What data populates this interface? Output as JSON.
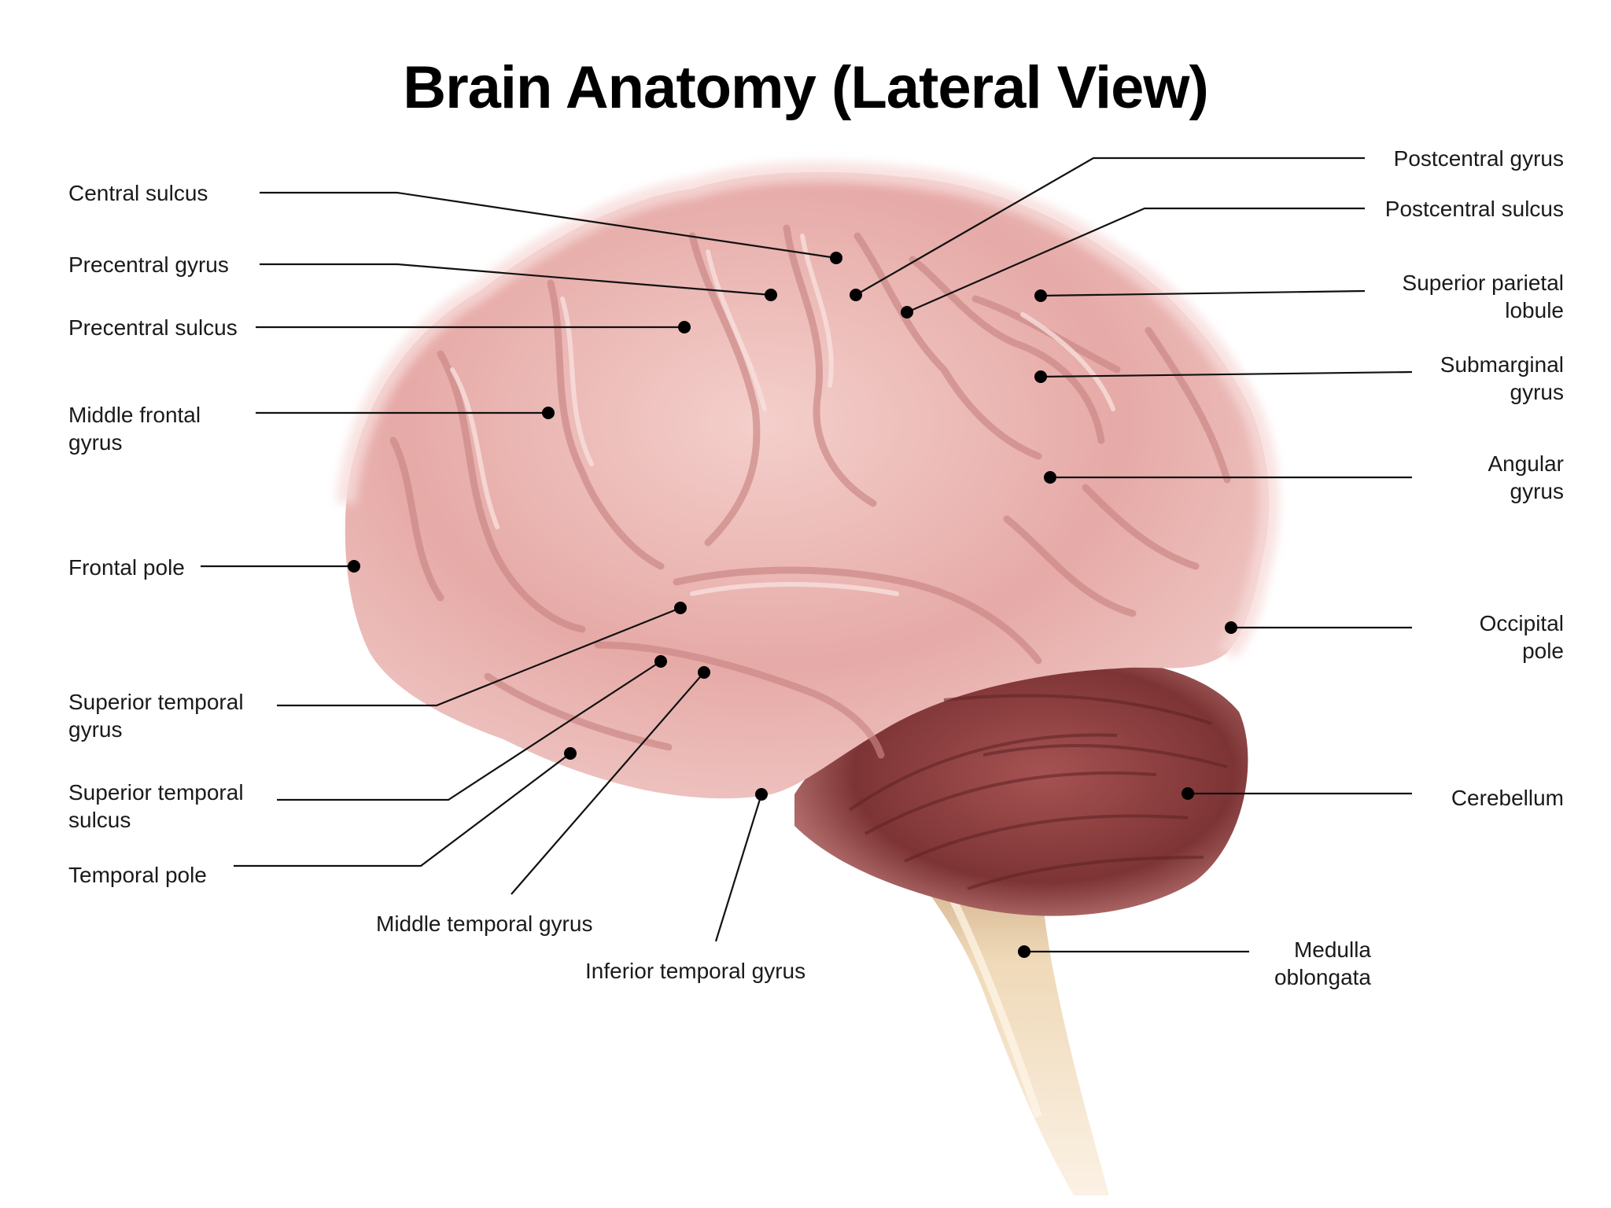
{
  "title": "Brain Anatomy (Lateral View)",
  "labels": {
    "central_sulcus": [
      "Central sulcus"
    ],
    "precentral_gyrus": [
      "Precentral gyrus"
    ],
    "precentral_sulcus": [
      "Precentral sulcus"
    ],
    "middle_frontal_gyrus": [
      "Middle frontal",
      "gyrus"
    ],
    "frontal_pole": [
      "Frontal pole"
    ],
    "superior_temporal_gyrus": [
      "Superior temporal",
      "gyrus"
    ],
    "superior_temporal_sulcus": [
      "Superior temporal",
      "sulcus"
    ],
    "temporal_pole": [
      "Temporal pole"
    ],
    "middle_temporal_gyrus": [
      "Middle temporal gyrus"
    ],
    "inferior_temporal_gyrus": [
      "Inferior temporal gyrus"
    ],
    "postcentral_gyrus": [
      "Postcentral gyrus"
    ],
    "postcentral_sulcus": [
      "Postcentral sulcus"
    ],
    "superior_parietal_lobule": [
      "Superior parietal",
      "lobule"
    ],
    "submarginal_gyrus": [
      "Submarginal",
      "gyrus"
    ],
    "angular_gyrus": [
      "Angular",
      "gyrus"
    ],
    "occipital_pole": [
      "Occipital",
      "pole"
    ],
    "cerebellum": [
      "Cerebellum"
    ],
    "medulla_oblongata": [
      "Medulla",
      "oblongata"
    ]
  },
  "colors": {
    "cortex": "#e9b0ad",
    "cortex_light": "#f6d6d3",
    "cortex_dark": "#c98583",
    "cerebellum": "#9a4a4a",
    "cerebellum_dark": "#6e2c2e",
    "brainstem": "#ead2ae",
    "leader_line": "#111111"
  }
}
